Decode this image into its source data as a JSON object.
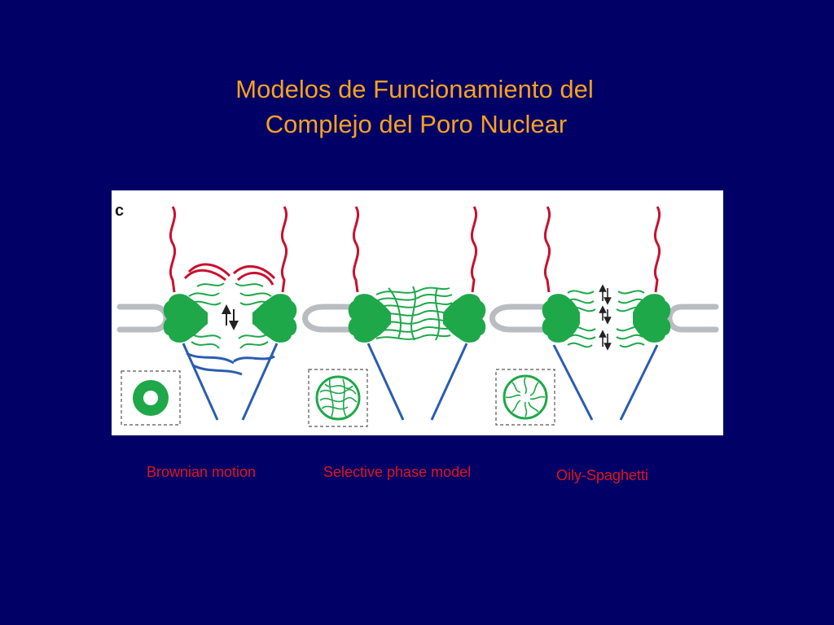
{
  "slide": {
    "background": "#000066",
    "title_line1": "Modelos de Funcionamiento del",
    "title_line2": "Complejo del Poro Nuclear",
    "title_color": "#f7a11f"
  },
  "figure": {
    "panel_letter": "c",
    "colors": {
      "pore_complex": "#1ea84a",
      "cytoplasmic_filaments": "#c8102e",
      "nuclear_basket": "#2a5db0",
      "membrane": "#b9bcc0"
    },
    "icons": [
      "ring-cross-section-icon",
      "mesh-cross-section-icon",
      "spaghetti-cross-section-icon"
    ]
  },
  "captions": {
    "brownian": "Brownian motion",
    "selective": "Selective phase model",
    "oily": "Oily-Spaghetti",
    "color": "#e2141a"
  }
}
